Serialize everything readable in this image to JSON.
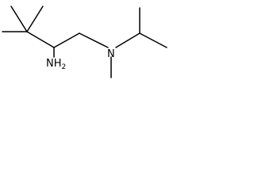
{
  "atoms": {
    "amine_n": "N",
    "amino_group_main": "NH",
    "amino_group_sub": "2"
  }
}
